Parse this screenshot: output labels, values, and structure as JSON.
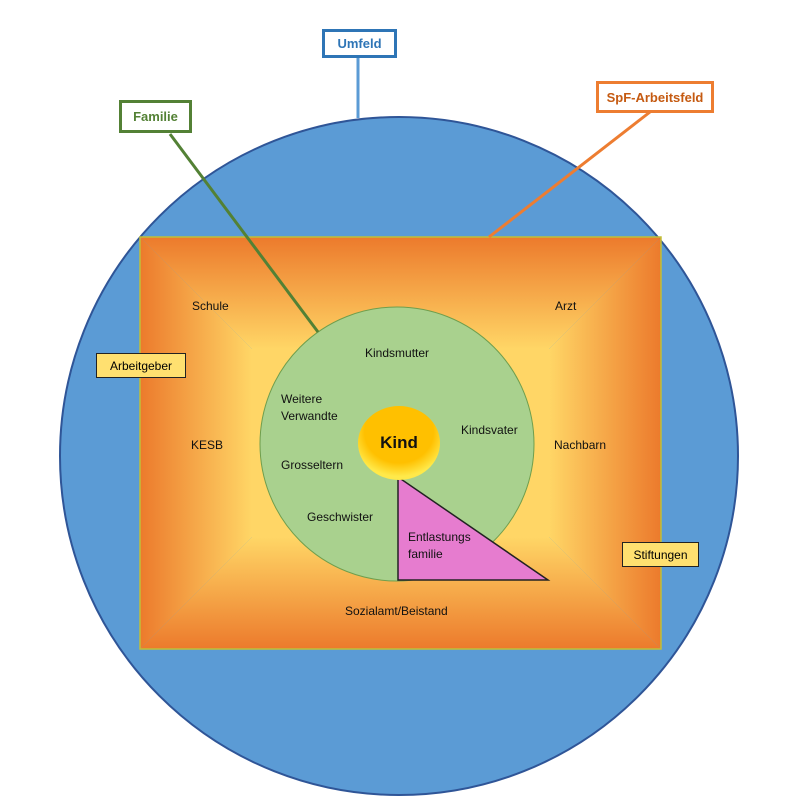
{
  "labels": {
    "umfeld": "Umfeld",
    "familie": "Familie",
    "spf": "SpF-Arbeitsfeld",
    "kind": "Kind",
    "schule": "Schule",
    "arzt": "Arzt",
    "arbeitgeber": "Arbeitgeber",
    "kesb": "KESB",
    "nachbarn": "Nachbarn",
    "stiftungen": "Stiftungen",
    "sozialamt": "Sozialamt/Beistand",
    "kindsmutter": "Kindsmutter",
    "weitere_1": "Weitere",
    "weitere_2": "Verwandte",
    "kindsvater": "Kindsvater",
    "grosseltern": "Grosseltern",
    "geschwister": "Geschwister",
    "entlastung_1": "Entlastungs",
    "entlastung_2": "familie"
  },
  "colors": {
    "umfeld": "#5b9bd5",
    "umfeld_border": "#2f5597",
    "familie": "#538135",
    "spf": "#ed7d31",
    "family_circle": "#a9d18e",
    "kind": "#ffc000",
    "entlastung": "#e67ccf",
    "yellow_box": "#ffe070"
  }
}
